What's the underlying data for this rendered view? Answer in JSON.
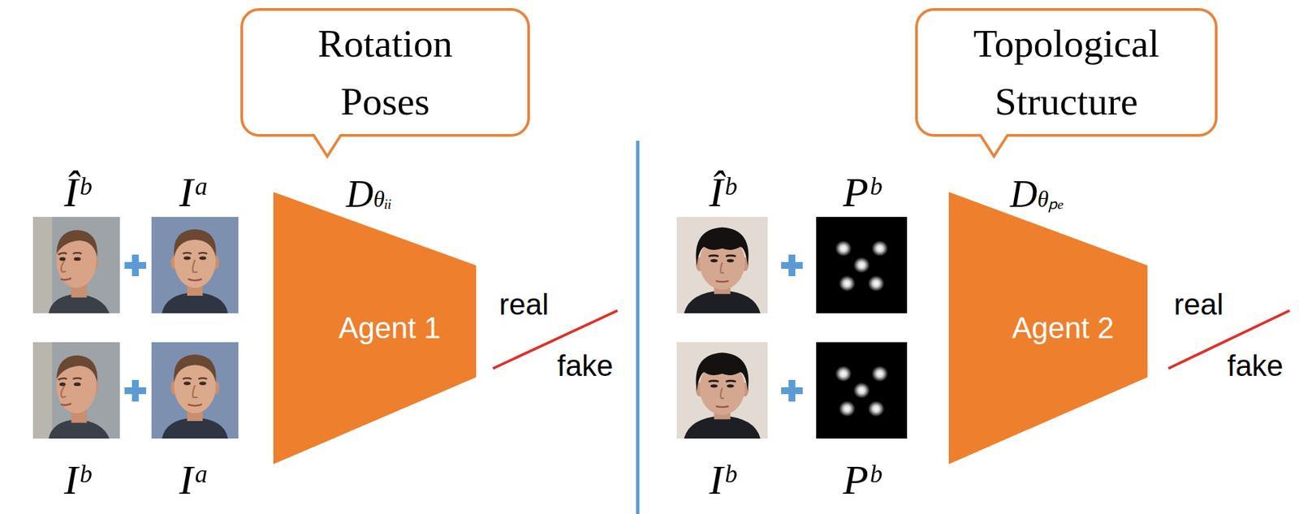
{
  "diagram": {
    "nodes": [
      {
        "text": [
          "Rotation Poses"
        ]
      },
      {
        "text": [
          "Agent 1"
        ]
      },
      {
        "text": [
          "Topological Structure"
        ]
      },
      {
        "text": [
          "Agent 2"
        ]
      }
    ],
    "labels": [
      "Îᵇ",
      "Iᵃ",
      "Dθᵢᵢ",
      "Îᵇ",
      "Pᵇ",
      "Dθₚₑ",
      "real",
      "fake",
      "real",
      "fake",
      "Iᵇ",
      "Iᵃ",
      "Iᵇ",
      "Pᵇ"
    ]
  }
}
